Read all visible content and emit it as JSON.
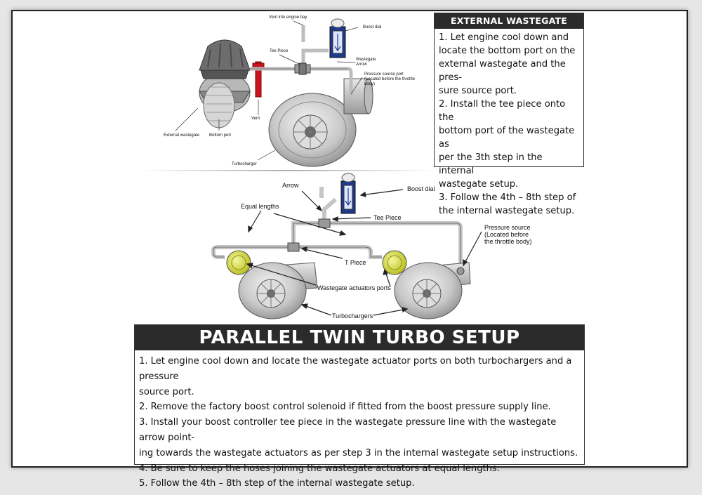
{
  "external": {
    "title": "EXTERNAL WASTEGATE SETUP",
    "steps": [
      "1. Let engine cool down and",
      "locate the bottom port on the",
      "external wastegate and the pres-",
      "sure source port.",
      "2. Install the tee piece onto the",
      "bottom port of the wastegate as",
      "per the 3th step in the internal",
      "wastegate setup.",
      "3. Follow the 4th – 8th step of",
      "the internal wastegate setup."
    ],
    "labels": {
      "vent_into_engine_bay": "Vent into engine bay",
      "boost_dial": "Boost dial",
      "tee_piece": "Tee Piece",
      "wastegate_arrow_1": "Wastegate",
      "wastegate_arrow_2": "Arrow",
      "pressure_source_1": "Pressure source port",
      "pressure_source_2": "(Located before the throttle",
      "pressure_source_3": "body)",
      "vent": "Vent",
      "external_wastegate": "External wastegate",
      "bottom_port": "Bottom port",
      "turbocharger": "Turbocharger"
    }
  },
  "twin": {
    "title": "PARALLEL TWIN TURBO SETUP",
    "steps": [
      "1. Let engine cool down and locate the wastegate actuator ports on both turbochargers and a pressure",
      "source port.",
      "2. Remove the factory boost control solenoid if fitted from the boost pressure supply line.",
      "3. Install your boost controller tee piece in the wastegate pressure line with the wastegate arrow point-",
      "ing towards the wastegate actuators as per step 3 in the internal wastegate setup instructions.",
      "4. Be sure to keep the hoses joining the wastegate actuators at equal lengths.",
      "5. Follow the 4th – 8th step of the internal wastegate setup."
    ],
    "labels": {
      "arrow": "Arrow",
      "boost_dial": "Boost dial",
      "equal_lengths": "Equal lengths",
      "tee_piece": "Tee Piece",
      "pressure_source_1": "Pressure source",
      "pressure_source_2": "(Located before",
      "pressure_source_3": "the throttle body)",
      "t_piece": "T Piece",
      "wastegate_actuators_ports": "Wastegate actuators ports",
      "turbochargers": "Turbochargers"
    }
  }
}
